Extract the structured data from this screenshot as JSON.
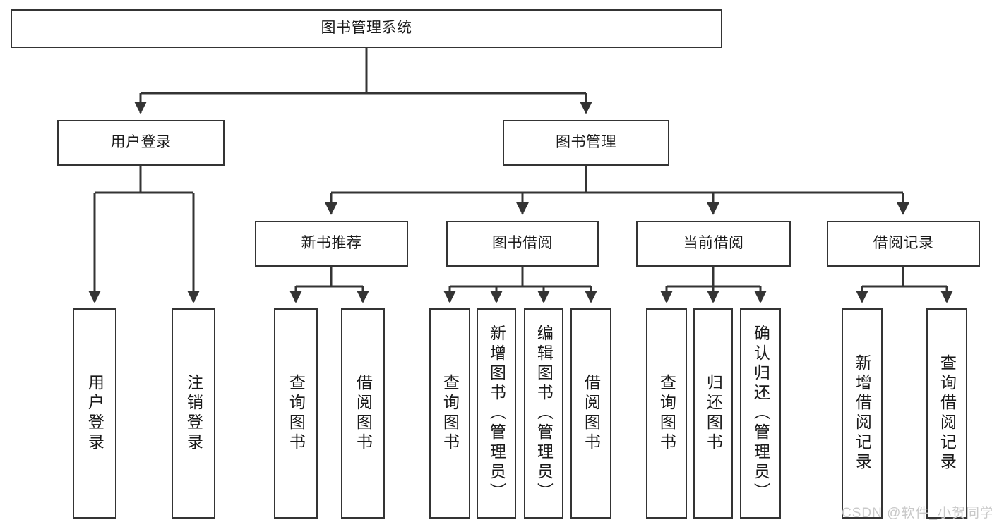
{
  "diagram": {
    "type": "tree",
    "title": "图书管理系统",
    "theme": {
      "box_border": "#343434",
      "box_fill": "#ffffff",
      "line": "#343434",
      "text": "#1a1a1a",
      "background": "#ffffff",
      "watermark": "#c9c9c9"
    },
    "root": {
      "label": "图书管理系统"
    },
    "level2": [
      {
        "label": "用户登录"
      },
      {
        "label": "图书管理"
      }
    ],
    "level3": [
      {
        "label": "新书推荐"
      },
      {
        "label": "图书借阅"
      },
      {
        "label": "当前借阅"
      },
      {
        "label": "借阅记录"
      }
    ],
    "leaves": [
      {
        "label": "用户登录"
      },
      {
        "label": "注销登录"
      },
      {
        "label": "查询图书"
      },
      {
        "label": "借阅图书"
      },
      {
        "label": "查询图书"
      },
      {
        "label": "新增图书（管理员）"
      },
      {
        "label": "编辑图书（管理员）"
      },
      {
        "label": "借阅图书"
      },
      {
        "label": "查询图书"
      },
      {
        "label": "归还图书"
      },
      {
        "label": "确认归还（管理员）"
      },
      {
        "label": "新增借阅记录"
      },
      {
        "label": "查询借阅记录"
      }
    ],
    "groups": [
      {
        "parent": "用户登录",
        "children": [
          "用户登录",
          "注销登录"
        ]
      },
      {
        "parent": "新书推荐",
        "children": [
          "查询图书",
          "借阅图书"
        ]
      },
      {
        "parent": "图书借阅",
        "children": [
          "查询图书",
          "新增图书（管理员）",
          "编辑图书（管理员）",
          "借阅图书"
        ]
      },
      {
        "parent": "当前借阅",
        "children": [
          "查询图书",
          "归还图书",
          "确认归还（管理员）"
        ]
      },
      {
        "parent": "借阅记录",
        "children": [
          "新增借阅记录",
          "查询借阅记录"
        ]
      }
    ]
  },
  "watermark": {
    "text": "CSDN @软件_小贺同学"
  }
}
